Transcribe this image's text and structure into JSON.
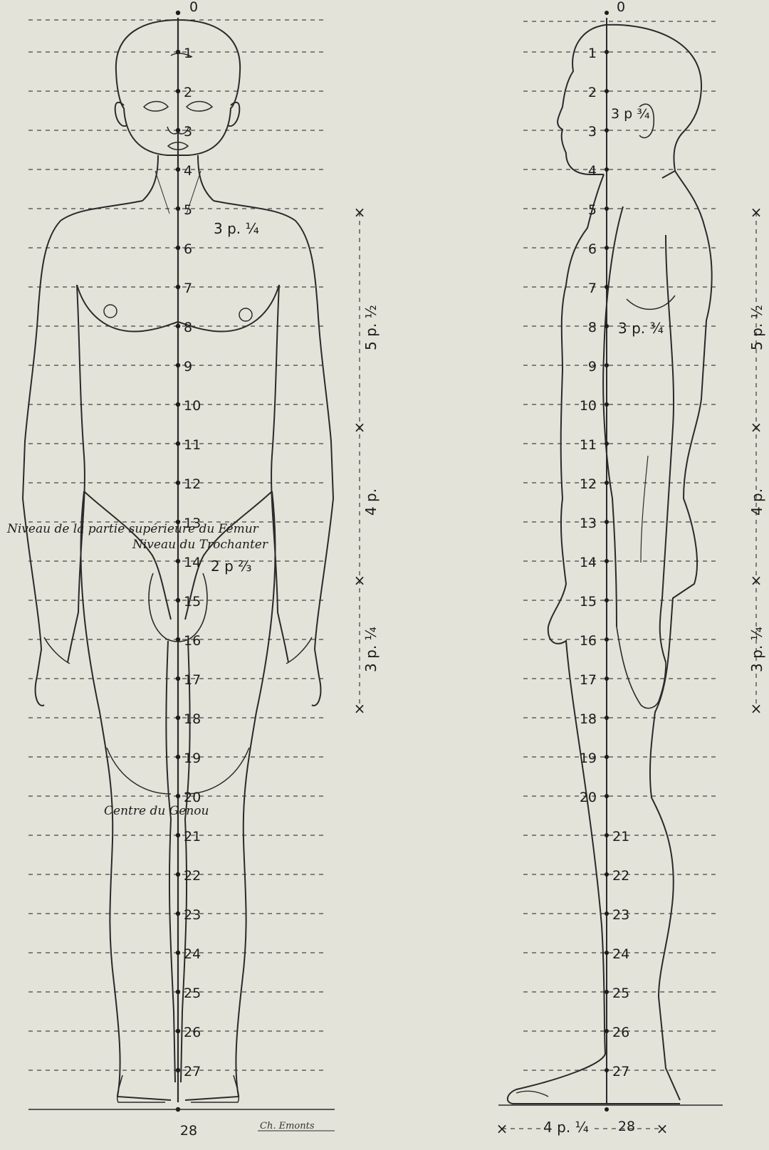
{
  "front": {
    "numbers": [
      "0",
      "1",
      "2",
      "3",
      "4",
      "5",
      "6",
      "7",
      "8",
      "9",
      "10",
      "11",
      "12",
      "13",
      "14",
      "15",
      "16",
      "17",
      "18",
      "19",
      "20",
      "21",
      "22",
      "23",
      "24",
      "25",
      "26",
      "27",
      "28"
    ],
    "chest_width": "3 p. ¼",
    "hip_width": "2 p ⅔",
    "scale_upper": "5 p. ½",
    "scale_middle": "4 p.",
    "scale_lower": "3 p. ¼",
    "femur_level": "Niveau de la partie supérieure du Fémur",
    "trochanter_level": "Niveau du Trochanter",
    "knee_centre": "Centre du Genou",
    "signature": "Ch. Emonts"
  },
  "side": {
    "numbers": [
      "0",
      "1",
      "2",
      "3",
      "4",
      "5",
      "6",
      "7",
      "8",
      "9",
      "10",
      "11",
      "12",
      "13",
      "14",
      "15",
      "16",
      "17",
      "18",
      "19",
      "20",
      "21",
      "22",
      "23",
      "24",
      "25",
      "26",
      "27",
      "28"
    ],
    "head_depth": "3 p ¾",
    "chest_depth": "3 p. ¾",
    "foot_length": "4 p. ¼",
    "scale_upper": "5 p. ½",
    "scale_middle": "4 p.",
    "scale_lower": "3 p. ¼"
  }
}
